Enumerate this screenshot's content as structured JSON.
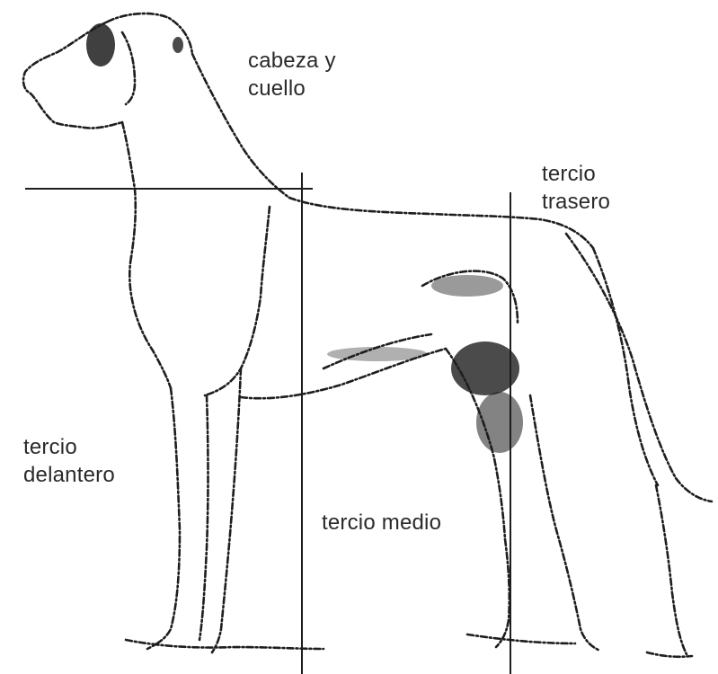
{
  "regions": {
    "head_neck": {
      "line1": "cabeza y",
      "line2": "cuello"
    },
    "hindquarter": {
      "line1": "tercio",
      "line2": "trasero"
    },
    "forequarter": {
      "line1": "tercio",
      "line2": "delantero"
    },
    "midsection": {
      "line1": "tercio medio"
    }
  },
  "colors": {
    "ink": "#1e1e1e",
    "text": "#2a2a2a",
    "background": "#ffffff"
  }
}
